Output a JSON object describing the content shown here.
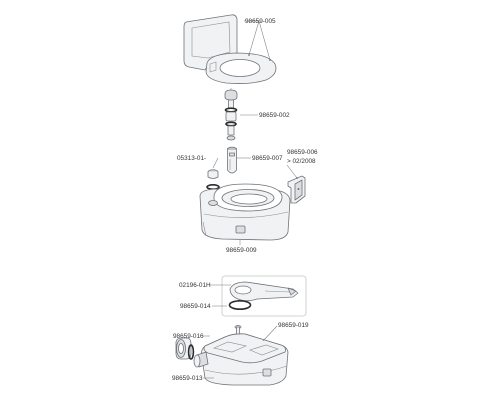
{
  "callouts": {
    "seat_lid": "98659-005",
    "valve_assembly": "98659-002",
    "fitting_left": "05313-01-",
    "valve_tube": "98659-007",
    "bracket_line1": "98659-006",
    "bracket_line2": "> 02/2008",
    "upper_tank": "98659-009",
    "slide_valve": "02196-01H",
    "slide_seal": "98659-014",
    "cap_upper": "98659-016",
    "lower_tank": "98659-019",
    "cap_lower": "98659-013"
  }
}
